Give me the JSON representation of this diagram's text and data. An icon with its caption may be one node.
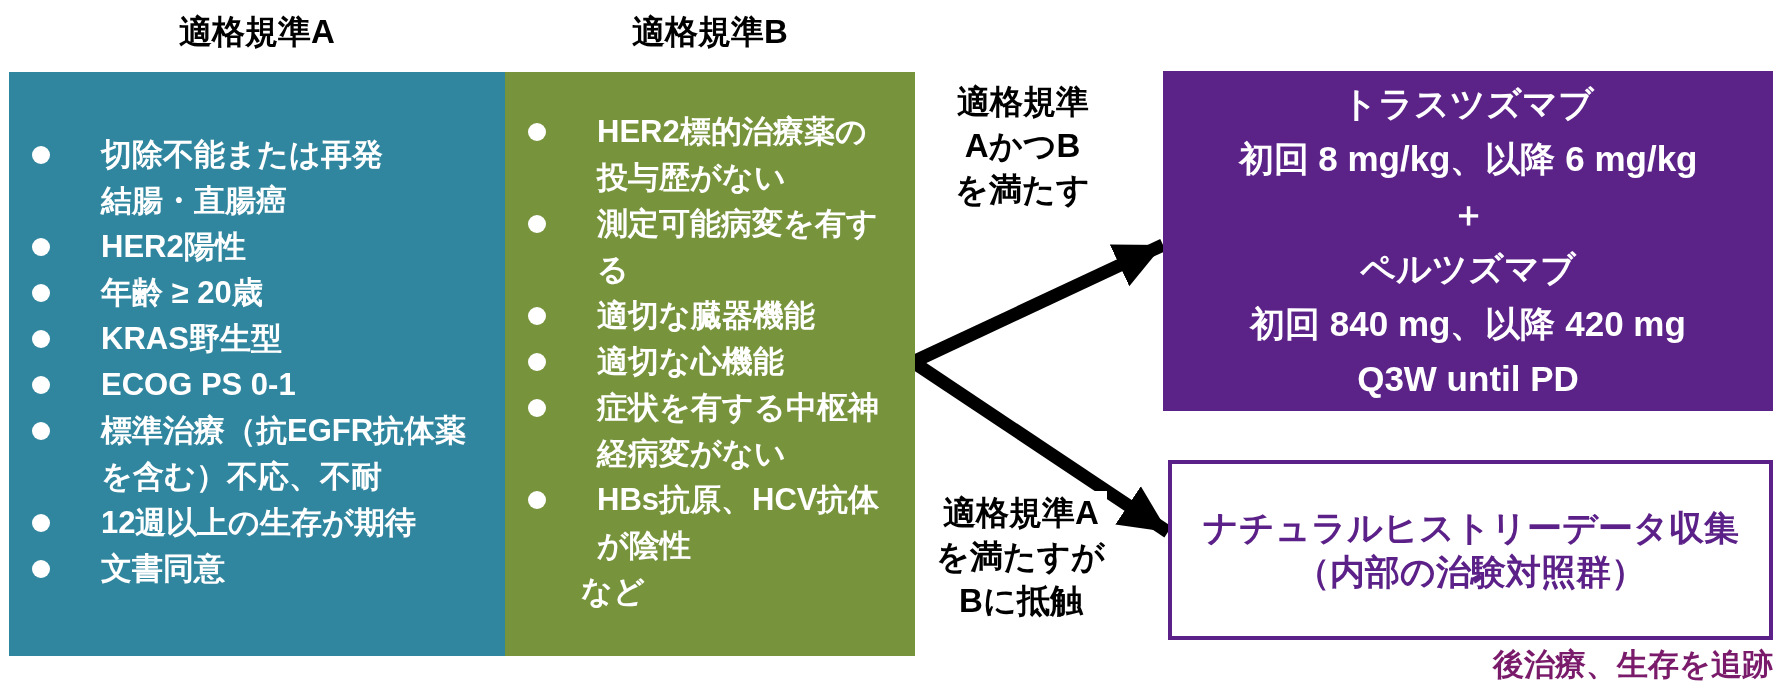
{
  "diagram": {
    "nodes": [
      {
        "text": [
          "適格規準A",
          "切除不能または再発結腸・直腸癌",
          "HER2陽性",
          "年齢 ≥ 20歳",
          "KRAS野生型",
          "ECOG PS 0-1",
          "標準治療（抗EGFR抗体薬を含む）不応、不耐",
          "12週以上の生存が期待",
          "文書同意"
        ]
      },
      {
        "text": [
          "適格規準B",
          "HER2標的治療薬の投与歴がない",
          "測定可能病変を有する",
          "適切な臓器機能",
          "適切な心機能",
          "症状を有する中枢神経病変がない",
          "HBs抗原、HCV抗体が陰性",
          "など"
        ]
      },
      {
        "text": [
          "トラスツズマブ",
          "初回 8 mg/kg、以降 6 mg/kg",
          "＋",
          "ペルツズマブ",
          "初回 840 mg、以降 420 mg",
          "Q3W until PD"
        ]
      },
      {
        "text": [
          "ナチュラルヒストリーデータ収集",
          "（内部の治験対照群）"
        ],
        "beside": [
          "後治療、生存を追跡"
        ]
      }
    ],
    "edges": [
      {
        "from": 1,
        "to": 2,
        "arrow": "to",
        "label": "適格規準AかつBを満たす"
      },
      {
        "from": 1,
        "to": 3,
        "arrow": "to",
        "label": "適格規準Aを満たすがBに抵触"
      }
    ]
  }
}
